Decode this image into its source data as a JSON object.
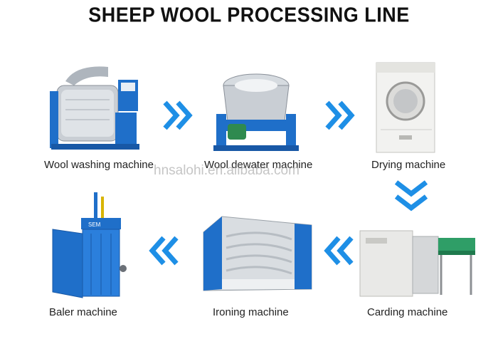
{
  "title": "SHEEP WOOL PROCESSING LINE",
  "watermark": "hnsalohi.en.alibaba.com",
  "machines": [
    {
      "label": "Wool washing machine",
      "icon": "washing-machine-icon"
    },
    {
      "label": "Wool dewater machine",
      "icon": "dewater-machine-icon"
    },
    {
      "label": "Drying machine",
      "icon": "dryer-icon"
    },
    {
      "label": "Carding machine",
      "icon": "carding-machine-icon"
    },
    {
      "label": "Ironing machine",
      "icon": "ironing-machine-icon"
    },
    {
      "label": "Baler machine",
      "icon": "baler-icon"
    }
  ],
  "arrows": [
    "right",
    "right",
    "down",
    "left",
    "left"
  ],
  "colors": {
    "accent_blue": "#1e8fe6",
    "machine_blue": "#1f6fc9",
    "steel": "#c9ced4"
  },
  "baler_plate_text": "SEM"
}
